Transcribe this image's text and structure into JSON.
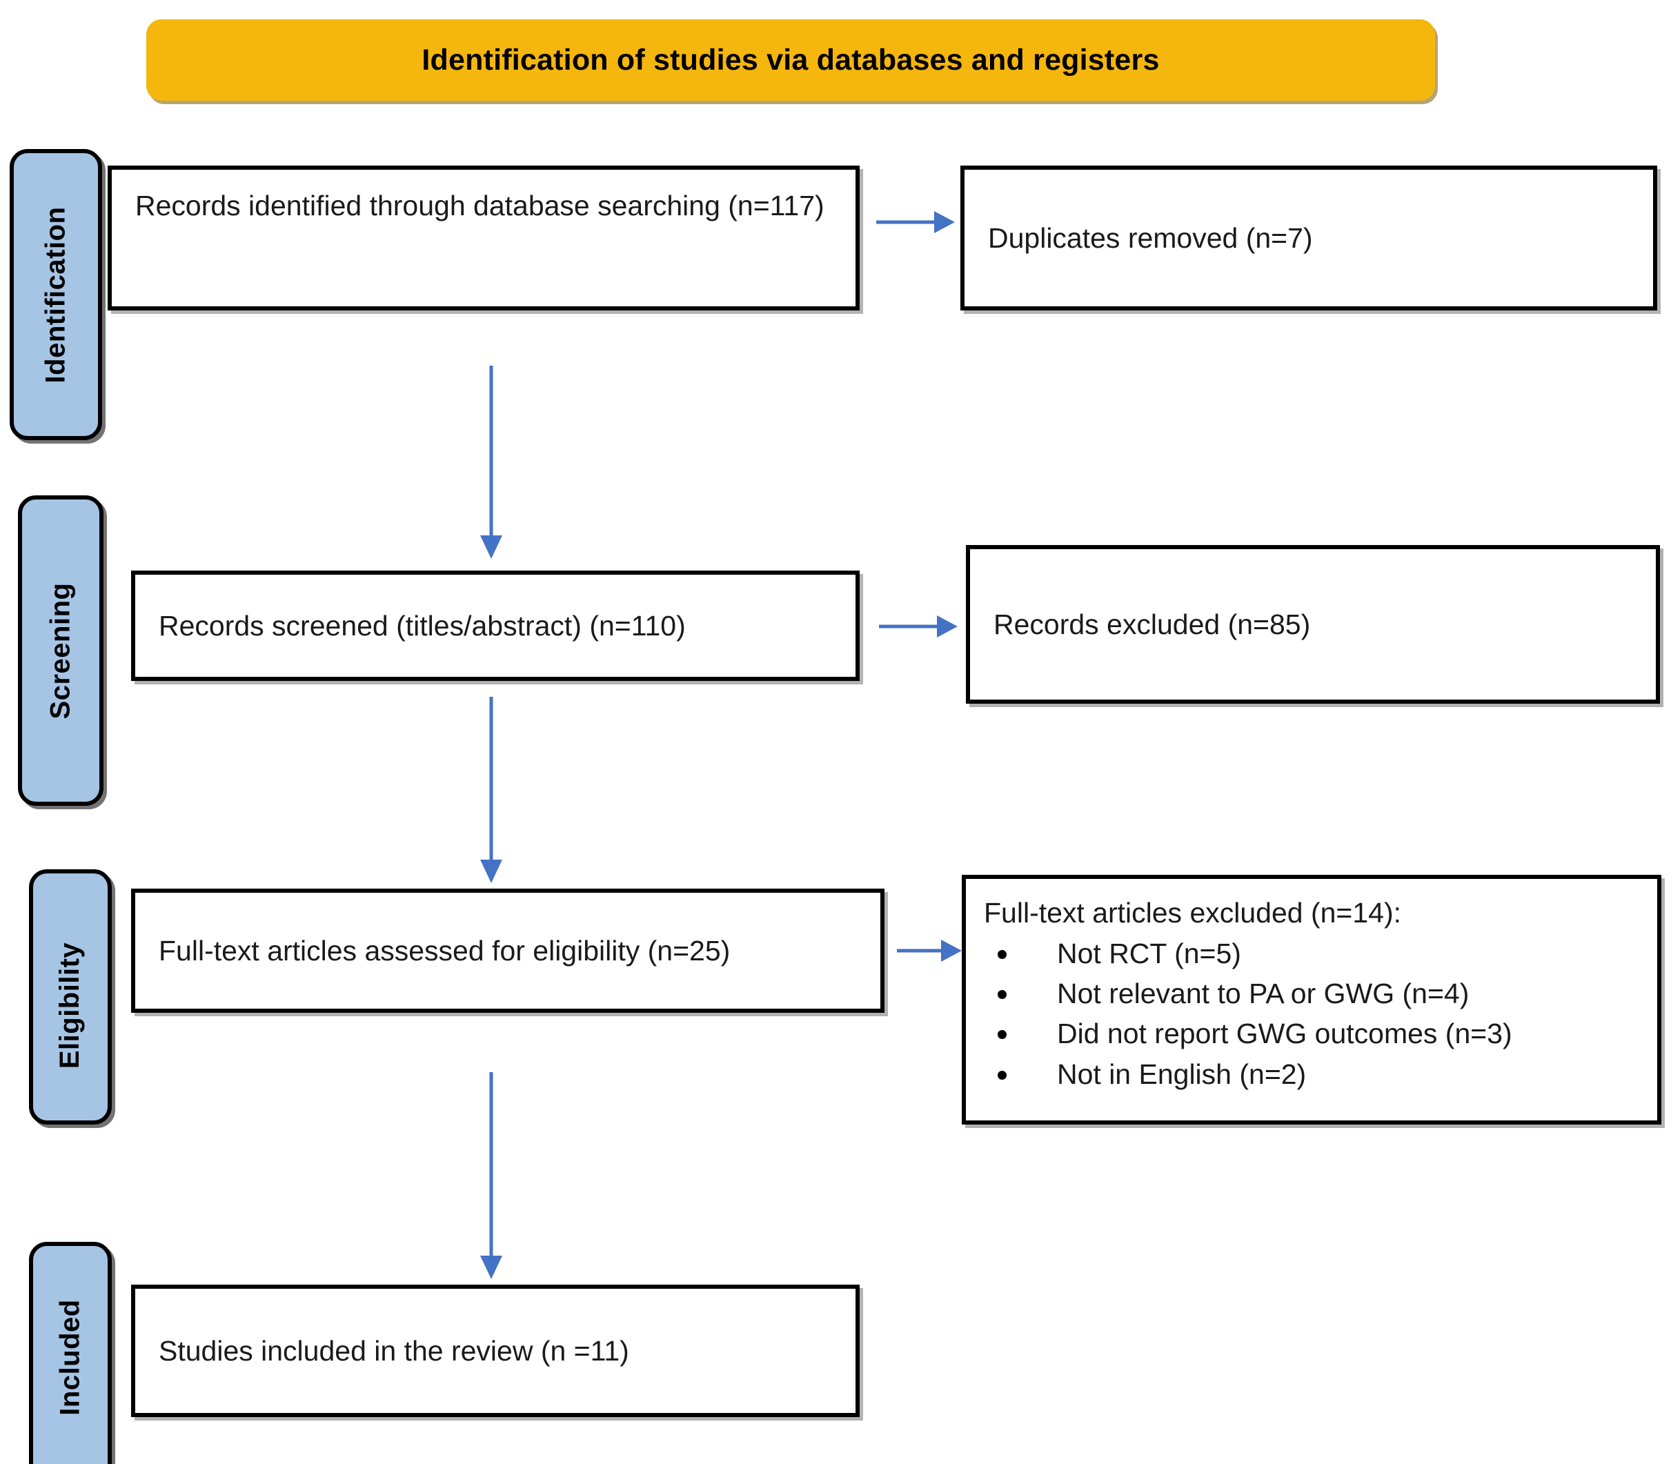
{
  "header": {
    "title": "Identification of studies via databases and registers",
    "bg_color": "#F5B60D"
  },
  "theme": {
    "stage_bg": "#A6C5E5",
    "box_border": "#000000",
    "arrow_color": "#4472C4",
    "text_color": "#1a1a1a"
  },
  "stages": [
    {
      "label": "Identification"
    },
    {
      "label": "Screening"
    },
    {
      "label": "Eligibility"
    },
    {
      "label": "Included"
    }
  ],
  "boxes": {
    "identified": "Records identified through database searching (n=117)",
    "duplicates": "Duplicates removed (n=7)",
    "screened": "Records screened (titles/abstract) (n=110)",
    "records_excluded": "Records excluded (n=85)",
    "fulltext_assessed": "Full-text articles assessed for eligibility (n=25)",
    "fulltext_excluded_title": "Full-text articles excluded (n=14):",
    "fulltext_excluded_reasons": [
      "Not RCT (n=5)",
      "Not relevant to PA or GWG (n=4)",
      "Did not report GWG outcomes (n=3)",
      "Not in English (n=2)"
    ],
    "included": "Studies included in the review (n =11)"
  },
  "arrows": [
    {
      "name": "identified-to-duplicates",
      "direction": "right"
    },
    {
      "name": "identified-to-screened",
      "direction": "down"
    },
    {
      "name": "screened-to-excluded",
      "direction": "right"
    },
    {
      "name": "screened-to-fulltext",
      "direction": "down"
    },
    {
      "name": "fulltext-to-excluded",
      "direction": "right"
    },
    {
      "name": "fulltext-to-included",
      "direction": "down"
    }
  ]
}
